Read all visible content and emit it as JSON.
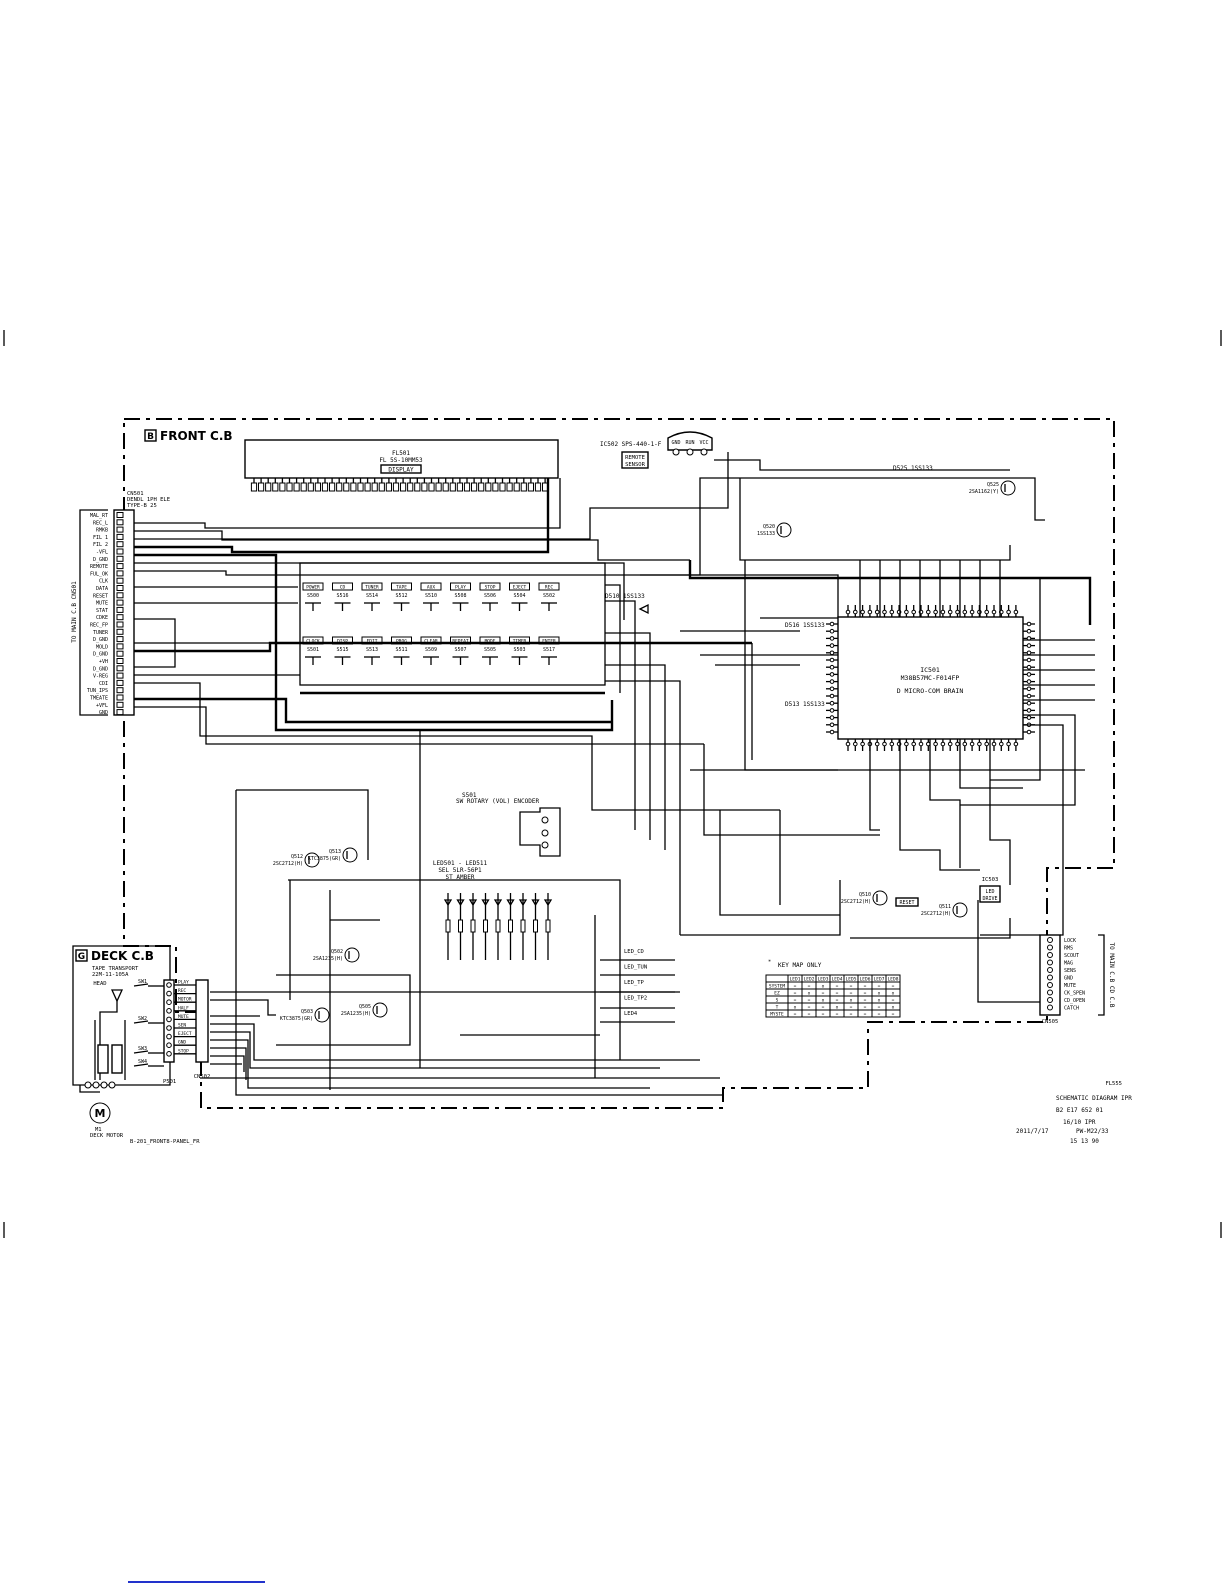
{
  "boards": {
    "front": {
      "letter": "B",
      "title": "FRONT C.B"
    },
    "deck": {
      "letter": "G",
      "title": "DECK C.B"
    }
  },
  "fl_display": {
    "ref": "FL501",
    "part": "FL 5S-10MM53",
    "label": "DISPLAY"
  },
  "remote_sensor": {
    "part_line": "IC502 SPS-440-1-F",
    "label_1": "REMOTE",
    "label_2": "SENSOR",
    "pins": [
      "GND",
      "RUN",
      "VCC"
    ]
  },
  "connector_cn501": {
    "title_1": "CN501",
    "title_2": "DENDL 1PH ELE",
    "title_3": "TYPE-B 25",
    "side_label": "TO MAIN C.B  CN501",
    "pins": [
      "MAL_RT",
      "REC_L",
      "RMKB",
      "FIL 1",
      "FIL 2",
      "-VFL",
      "D_GND",
      "REMOTE",
      "FUL_OK",
      "CLK",
      "DATA",
      "RESET",
      "MUTE",
      "STAT",
      "CDKE",
      "REC_FP",
      "TUNER",
      "D_GND",
      "MOLD",
      "D_GND",
      "+VH",
      "D_GND",
      "V-REG",
      "CDI",
      "TUN_IPS",
      "TMEATE",
      "+VFL",
      "GND"
    ]
  },
  "keys_top": [
    {
      "label": "POWER",
      "ref": "S500"
    },
    {
      "label": "CD",
      "ref": "S516"
    },
    {
      "label": "TUNER",
      "ref": "S514"
    },
    {
      "label": "TAPE",
      "ref": "S512"
    },
    {
      "label": "AUX",
      "ref": "S510"
    },
    {
      "label": "PLAY",
      "ref": "S508"
    },
    {
      "label": "STOP",
      "ref": "S506"
    },
    {
      "label": "EJECT",
      "ref": "S504"
    },
    {
      "label": "REC",
      "ref": "S502"
    }
  ],
  "keys_bottom": [
    {
      "label": "CLOCK",
      "ref": "S501"
    },
    {
      "label": "DISP",
      "ref": "S515"
    },
    {
      "label": "EDIT",
      "ref": "S513"
    },
    {
      "label": "PROG",
      "ref": "S511"
    },
    {
      "label": "CLEAR",
      "ref": "S509"
    },
    {
      "label": "REPEAT",
      "ref": "S507"
    },
    {
      "label": "MODE",
      "ref": "S505"
    },
    {
      "label": "TIMER",
      "ref": "S503"
    },
    {
      "label": "ENTER",
      "ref": "S517"
    }
  ],
  "ic_main": {
    "ref": "IC501",
    "part": "M38B57MC-F014FP",
    "note": "D  MICRO-COM  BRAIN"
  },
  "encoder": {
    "ref": "S501",
    "label": "SW ROTARY (VOL) ENCODER"
  },
  "leds": {
    "label_1": "LED501 - LED511",
    "label_2": "SEL 5LR-56P1",
    "label_3": "ST AMBER"
  },
  "led_lines": [
    "LED_CD",
    "LED_TUN",
    "LED_TP",
    "LED_TP2",
    "LED4"
  ],
  "cn505": {
    "ref": "CN505",
    "side_label": "TO MAIN C.B  CD C.B",
    "pins": [
      "LOCK",
      "RMS",
      "SCOUT",
      "MAG",
      "SENS",
      "GND",
      "MUTE",
      "CK_SPEN",
      "CD_OPEN",
      "CATCH"
    ]
  },
  "deck": {
    "part": "TAPE TRANSPORT",
    "part_2": "22M-11-105A",
    "head": "HEAD",
    "motor_ref": "M1",
    "motor_label": "DECK MOTOR",
    "cn_front": "CN502",
    "cn_deck": "P501",
    "switches": [
      "SW1",
      "SW2",
      "SW3",
      "SW4"
    ],
    "pins": [
      "PLAY",
      "REC",
      "MOTOR",
      "HALF",
      "MUTE",
      "SEN",
      "EJECT",
      "GND",
      "STOP"
    ]
  },
  "key_table": {
    "title": "KEY MAP ONLY",
    "headers": [
      "",
      "LED1",
      "LED2",
      "LED3",
      "LED4",
      "LED5",
      "LED6",
      "LED7",
      "LED8"
    ],
    "rows": [
      [
        "SYSTEM",
        "=",
        "=",
        "o",
        "=",
        "=",
        "=",
        "=",
        "="
      ],
      [
        "EZ",
        "=",
        "o",
        "=",
        "=",
        "=",
        "=",
        "o",
        "o"
      ],
      [
        "S",
        "=",
        "=",
        "o",
        "=",
        "o",
        "=",
        "o",
        "="
      ],
      [
        "T",
        "o",
        "=",
        "=",
        "o",
        "=",
        "=",
        "=",
        "o"
      ],
      [
        "MYSTE",
        "=",
        "=",
        "=",
        "=",
        "=",
        "=",
        "=",
        "="
      ]
    ]
  },
  "title_block": {
    "code": "FL555",
    "line_1": "SCHEMATIC DIAGRAM  IPR",
    "line_2": "B2  E17  652  01",
    "line_3": "16/10  IPR",
    "date": "2011/7/17",
    "doc": "PW-M22/33",
    "nums": "15  13  90",
    "file": "B-201_FRONT8-PANEL_FR"
  },
  "transistors": [
    {
      "ref": "Q512",
      "part": "2SC2712(H)"
    },
    {
      "ref": "Q513",
      "part": "KTC3875(GR)"
    },
    {
      "ref": "Q502",
      "part": "2SA1235(H)"
    },
    {
      "ref": "Q503",
      "part": "KTC3875(GR)"
    },
    {
      "ref": "Q505",
      "part": "2SA1235(H)"
    },
    {
      "ref": "Q510",
      "part": "2SC2712(H)"
    },
    {
      "ref": "Q511",
      "part": "2SC2712(H)"
    },
    {
      "ref": "Q525",
      "part": "2SA1162(Y)"
    },
    {
      "ref": "Q520",
      "part": "1SS133"
    }
  ],
  "diodes_top": [
    "D525  1SS133",
    "D510  1SS133",
    "D516  1SS133",
    "D513  1SS133"
  ],
  "regulator": {
    "ref": "IC503",
    "label_1": "LED",
    "label_2": "DRIVE"
  },
  "reset_block": {
    "label": "RESET"
  }
}
